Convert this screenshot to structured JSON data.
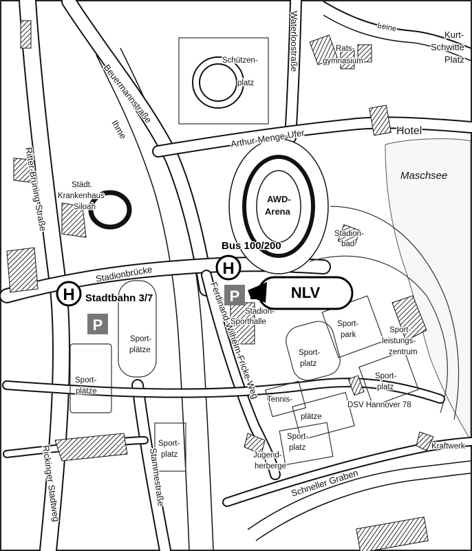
{
  "stations": {
    "bus": {
      "symbol": "H",
      "label": "Bus 100/200"
    },
    "tram": {
      "symbol": "H",
      "label": "Stadtbahn 3/7"
    }
  },
  "parking": {
    "symbol": "P"
  },
  "callout": {
    "label": "NLV"
  },
  "streets": {
    "waterloostrasse": "Waterloostraße",
    "beuermannstrasse": "Beuermannstraße",
    "ihme": "Ihme",
    "arthur_menge_ufer": "Arthur-Menge-Ufer",
    "ritter_bruening_strasse": "Ritter-Brüning-Straße",
    "stadionbruecke": "Stadionbrücke",
    "ferdinand_wilhelm_fricke_weg": "Ferdinand-Wilhelm-Fricke-Weg",
    "stammestrasse": "Stammestraße",
    "rickinger_stadtweg": "Rickinger Stadtweg",
    "schneller_graben": "Schneller Graben",
    "leine": "Leine"
  },
  "places": {
    "schuetzenplatz_1": "Schützen-",
    "schuetzenplatz_2": "platz",
    "rats_1": "Rats-",
    "rats_2": "gymnasium",
    "kurt_1": "Kurt-",
    "kurt_2": "Schwitte",
    "kurt_3": "Platz",
    "hotel": "Hotel",
    "maschsee": "Maschsee",
    "kh_1": "Städt.",
    "kh_2": "Krankenhaus",
    "kh_3": "Siloah",
    "arena_1": "AWD-",
    "arena_2": "Arena",
    "stadionbad_1": "Stadion-",
    "stadionbad_2": "bad",
    "sporthalle_1": "Stadion-",
    "sporthalle_2": "Sporthalle",
    "sportpark_1": "Sport-",
    "sportpark_2": "park",
    "lz_1": "Sport-",
    "lz_2": "leistungs-",
    "lz_3": "zentrum",
    "sp1_1": "Sport-",
    "sp1_2": "plätze",
    "sp2_1": "Sport-",
    "sp2_2": "plätze",
    "sp3_1": "Sport-",
    "sp3_2": "platz",
    "sp4_1": "Sport-",
    "sp4_2": "platz",
    "sp5_1": "Sport-",
    "sp5_2": "platz",
    "sp6_1": "Sport-",
    "sp6_2": "platz",
    "tennis_1": "Tennis-",
    "tennis_2": "plätze",
    "dsv": "DSV Hannover 78",
    "jh_1": "Jugend-",
    "jh_2": "herberge",
    "kraftwerk": "Kraftwerk"
  }
}
